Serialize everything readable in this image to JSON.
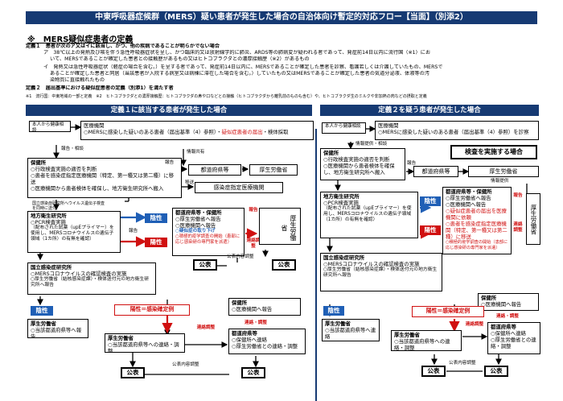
{
  "title": "中東呼吸器症候群（MERS）疑い患者が発生した場合の自治体向け暫定的対応フロー【当面】（別添2）",
  "definition": {
    "heading": "※　MERS疑似症患者の定義",
    "teigi1": "定義１　患者が次のア又はイに該当し、かつ、他の疾病であることが明らかでない場合",
    "a1": "ア　38℃以上の発熱及び咳を伴う急性呼吸器症状を呈し、かつ臨床的又は放射線学的に肺炎、ARDS等の肺病変が疑われる者であって、発症前14日以内に流行国（※1）にお",
    "a2": "いて、MERSであることが確定した患者との接触歴があるもの又はヒトコブラクダとの濃厚接触歴（※2）があるもの",
    "i1": "イ　発熱又は急性呼吸器症状（軽症の場合を含む。）を呈する者であって、発症前14日以内に、MERSであることが確定した患者を診察、看護若しくは介護していたもの、MERSで",
    "i2": "あることが確定した患者と同居（当該患者が入院する病室又は病棟に滞在した場合を含む。）していたもの又はMERSであることが確定した患者の気道分泌液、体液等の汚",
    "i3": "染物質に直接触れたもの",
    "teigi2": "定義２　届出基準における疑似症患者の定義（別添1）を満たす者",
    "note": "※1　流行国：中東地域の一部と定義　※2　ヒトコブラクダとの濃厚接触歴：ヒトコブラクダの鼻や口などとの接触（ヒトコブラクダから離乳前のものも含む）や、ヒトコブラクダ生のミルクや非加熱の肉などの摂取と定義"
  },
  "left": {
    "header": "定義１に該当する患者が発生した場合",
    "patient": "本人から健康相談",
    "clinic": "医療機関",
    "clinic_note": "○MERSに感染した疑いのある患者（届出基準（4）参照）・",
    "clinic_note_red": "疑似症患者の届出",
    "clinic_note_tail": "・検体採取",
    "lbl_report_consult": "報告・相談",
    "lbl_info_share": "情報共有",
    "hc_title": "保健所",
    "hc_1": "○行政検査実施の適否を判断",
    "hc_2": "○患者を感染症指定医療機関（特定、第一種又は第二種）に移送",
    "hc_3": "○医療機関から患者検体を確保し、地方衛生研究所へ搬入",
    "lbl_report": "報告",
    "pref": "都道府県等",
    "mhlw": "厚生労働省",
    "lbl_transport": "移送",
    "designated": "感染症指定医療機関",
    "lbl_niid_submit": "国立感染症研究所へウイルス遺伝子検査を同時に送付",
    "lab_title": "地方衛生研究所",
    "lab_1": "○PCR検査実施",
    "lab_2": "（配布された試薬（upEプライマー）を使用し、MERSコロナウイルスの遺伝子領域（1カ所）の有無を確認）",
    "lbl_neg": "陰性",
    "lbl_pos": "陽性",
    "lbl_report2": "報告",
    "prefbox_title": "都道府県等・保健所",
    "prefbox_1": "○厚生労働省へ報告",
    "prefbox_2": "○医療機関へ報告",
    "prefbox_3": "○疑似症の取り下げ",
    "prefbox_4": "○積極的疫学調査の開始（患部に応じ感染研の専門家を派遣）",
    "lbl_report3": "報告",
    "lbl_coordinate": "連絡調整",
    "kohyo1": "公表",
    "kohyo2": "公表",
    "lbl_kohyo_coord": "公表内容調整",
    "niid_title": "国立感染症研究所",
    "niid_1": "○MERSコロナウイルスの確認検査の実施",
    "niid_2": "○厚生労働省（結核感染症課）・検体送付元の地方衛生研究所へ報告",
    "neg2": "陰性",
    "confirm": "陽性＝感染確定例",
    "hc2_title": "保健所",
    "hc2_1": "○医療機関へ報告",
    "mhlw2_title": "厚生労働省",
    "mhlw2_1": "○当該都道府県等へ報告",
    "mhlw3_title": "厚生労働省",
    "mhlw3_1": "○当該都道府県等への連絡・調整",
    "lbl_coord2": "連絡調整",
    "lbl_contact2": "連絡・調整",
    "pref2_title": "都道府県等",
    "pref2_1": "○保健所へ連絡",
    "pref2_2": "○厚生労働省との連絡・調整",
    "kohyo3": "公表",
    "kohyo4": "公表",
    "lbl_kohyo_coord2": "公表内容調整"
  },
  "right": {
    "header": "定義２を疑う患者が発生した場合",
    "patient": "本人から健康相談",
    "clinic": "医療機関",
    "clinic_note": "○MERSに感染した疑いのある患者（届出基準（4）参照）を診察",
    "lbl_info": "情報提供・相談",
    "kensa": "検査を実施する場合",
    "hc_title": "保健所",
    "hc_1": "○行政検査実施の適否を判断",
    "hc_2": "○医療機関から患者検体を確保し、地方衛生研究所へ搬入",
    "lbl_report": "報告",
    "pref": "都道府県等",
    "mhlw": "厚生労働省",
    "lbl_info_share": "情報提供",
    "lab_title": "地方衛生研究所",
    "lab_1": "○PCR検査実施",
    "lab_2": "（配布された試薬（upEプライマー）を使用し、MERSコロナウイルスの遺伝子領域（1カ所）の有無を確認）",
    "lbl_neg": "陰性",
    "lbl_pos": "陽性",
    "prefbox_title": "都道府県等・保健所",
    "prefbox_1": "○厚生労働省へ報告",
    "prefbox_2": "○医療機関へ報告",
    "prefbox_3": "○疑似症患者の届出を医療機関に依頼",
    "prefbox_4": "○患者を感染症指定医療機関（特定、第一種又は第二種）に移送",
    "prefbox_5": "○積極的疫学調査の開始（患部に応じ感染研の専門家を派遣）",
    "lbl_report2": "報告",
    "lbl_coord": "連絡調整",
    "mhlw_vertical": "厚生労働省",
    "niid_title": "国立感染症研究所",
    "niid_1": "○MERSコロナウイルスの確認検査の実施",
    "niid_2": "○厚生労働省（結核感染症課）・検体送付元の地方衛生研究所へ報告",
    "neg2": "陰性",
    "confirm": "陽性＝感染確定例",
    "hc2_title": "保健所",
    "hc2_1": "○医療機関へ報告",
    "mhlw2_title": "厚生労働省",
    "mhlw2_1": "○当該都道府県等へ連絡",
    "mhlw3_title": "厚生労働省",
    "mhlw3_1": "○当該都道府県等への連絡・調整",
    "lbl_coord2": "連絡調整",
    "lbl_contact2": "連絡・調整",
    "pref2_title": "都道府県等",
    "pref2_1": "○保健所へ連絡",
    "pref2_2": "○厚生労働省との連絡・調整",
    "kohyo1": "公表",
    "kohyo2": "公表",
    "lbl_kohyo_coord": "公表内容調整"
  }
}
